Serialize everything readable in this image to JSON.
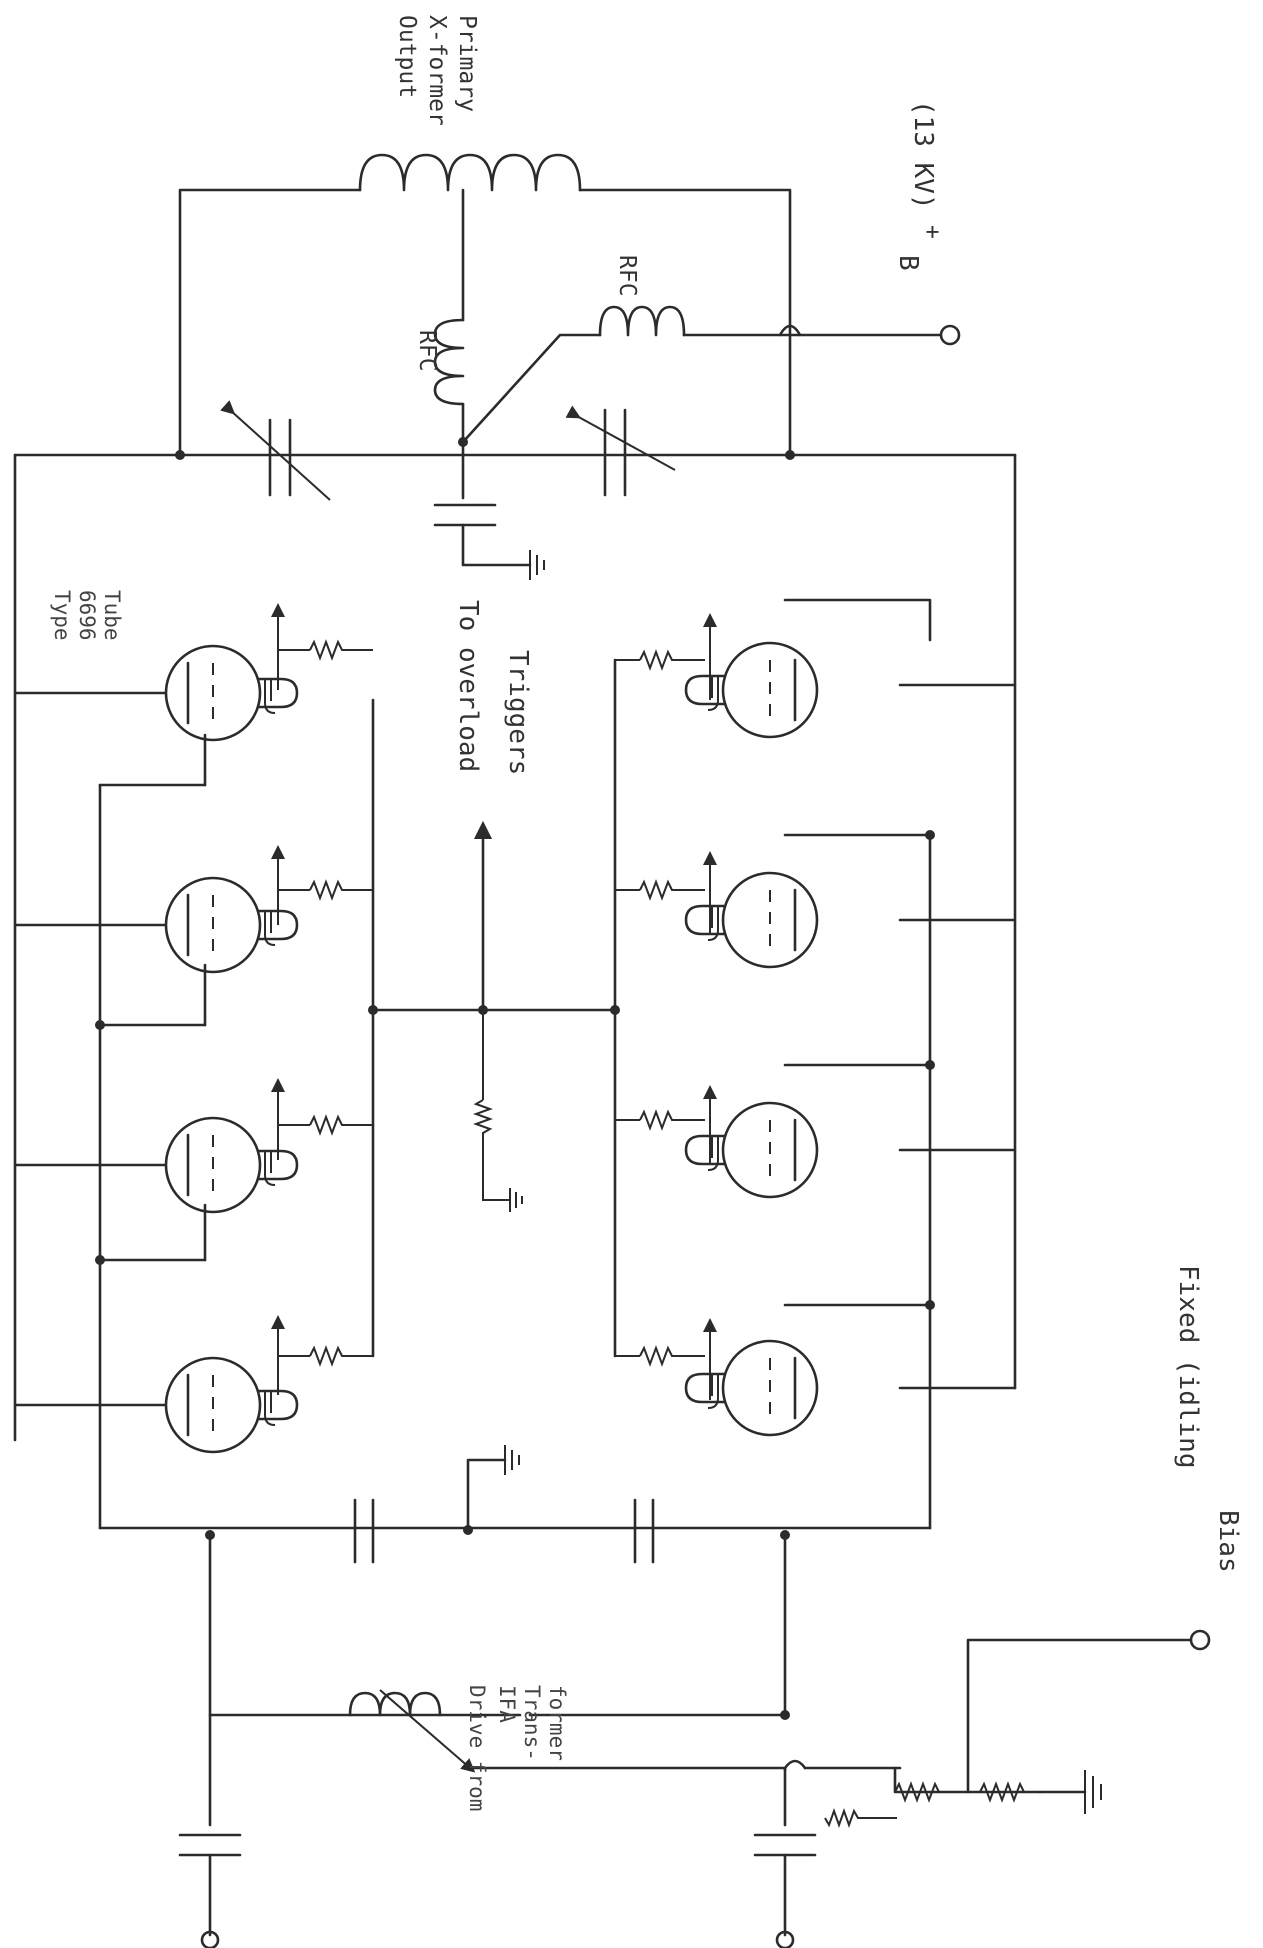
{
  "labels": {
    "output_line1": "Output",
    "output_line2": "X-former",
    "output_line3": "Primary",
    "b_plus": "B",
    "b_plus_sup": "+",
    "kv": "(13 KV)",
    "rfc_left": "RFC",
    "rfc_right": "RFC",
    "tube_line1": "Type",
    "tube_line2": "6696",
    "tube_line3": "Tube",
    "overload_line1": "To overload",
    "overload_line2": "Triggers",
    "bias_line1": "Fixed (idling",
    "bias_line2": "Bias",
    "drive_line1": "Drive from",
    "drive_line2": "IFA",
    "drive_line3": "Trans-",
    "drive_line4": "former"
  },
  "colors": {
    "ink": "#2b2b2b",
    "paper": "#ffffff"
  }
}
